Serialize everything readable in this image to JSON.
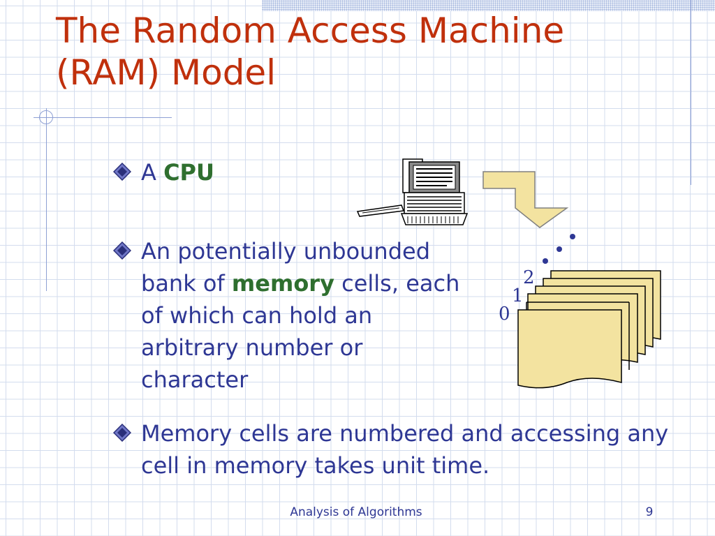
{
  "slide": {
    "title_line1": "The Random Access Machine",
    "title_line2": "(RAM) Model"
  },
  "bullets": [
    {
      "prefix": "A ",
      "bold": "CPU",
      "suffix": ""
    },
    {
      "prefix": "An potentially unbounded bank of ",
      "bold": "memory",
      "suffix": " cells, each of which can hold an arbitrary number or character"
    },
    {
      "prefix": "Memory cells are numbered and accessing any cell in memory takes unit time.",
      "bold": "",
      "suffix": ""
    }
  ],
  "memory_indices": [
    "0",
    "1",
    "2"
  ],
  "footer": {
    "center": "Analysis of Algorithms",
    "page": "9"
  },
  "colors": {
    "title": "#c0300c",
    "body_text": "#2e3794",
    "emphasis": "#2f6f2f",
    "memory_fill": "#f3e3a0",
    "grid": "#d3dcee"
  },
  "icons": [
    "diamond-bullet-icon",
    "computer-icon",
    "arrow-icon",
    "memory-cells-icon"
  ]
}
